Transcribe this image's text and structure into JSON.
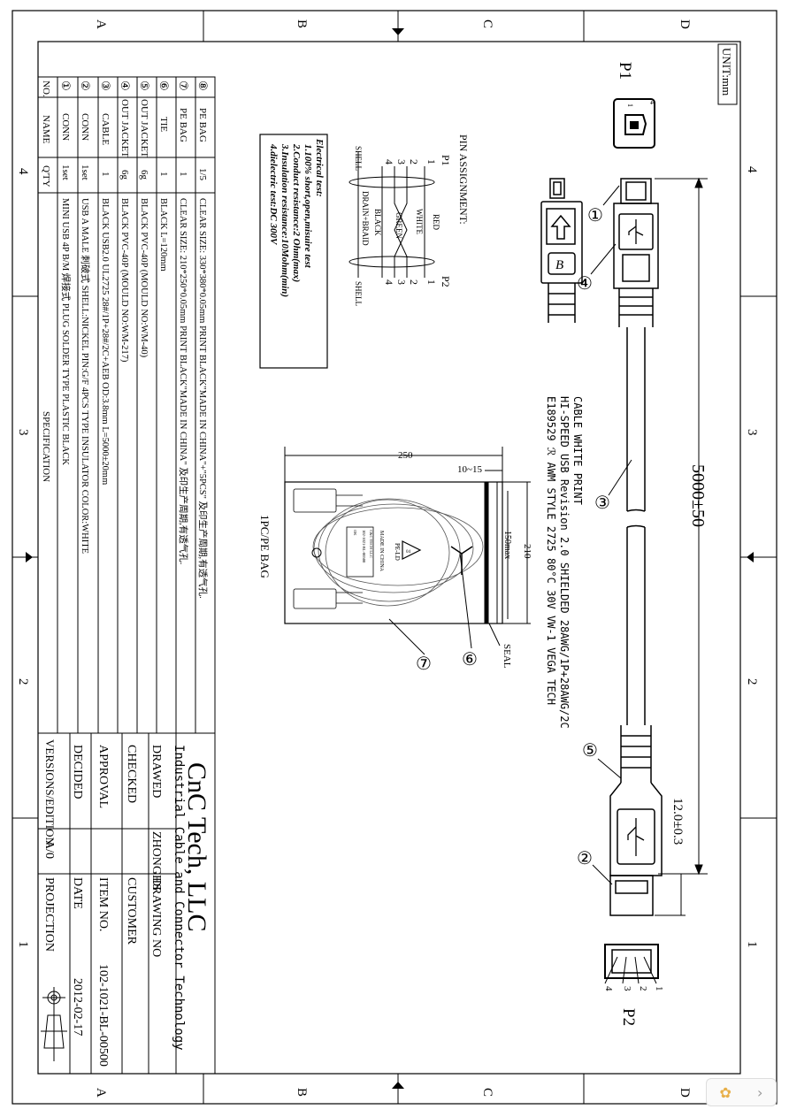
{
  "drawing": {
    "unit": "UNIT:mm",
    "zone_letters": [
      "A",
      "B",
      "C",
      "D"
    ],
    "zone_numbers": [
      "4",
      "3",
      "2",
      "1"
    ],
    "p1_label": "P1",
    "p2_label": "P2",
    "p1_pins": [
      "1",
      "4"
    ],
    "p2_pins": [
      "1",
      "2",
      "3",
      "4"
    ],
    "dim_length": "5000±50",
    "dim_plug": "12.0±0.3",
    "callouts": [
      "①",
      "②",
      "③",
      "④",
      "⑤",
      "⑥",
      "⑦"
    ],
    "usb_b_label": "B",
    "cable_print": [
      "CABLE WHITE PRINT",
      "HI-SPEED USB Revision 2.0 SHIELDED 28AWG/1P+28AWG/2C",
      "E189529 ℛ AWM STYLE 2725 80°C 30V VW-1 VEGA TECH"
    ]
  },
  "pin_assignment": {
    "title": "PIN ASSIGNMENT:",
    "p1": "P1",
    "p2": "P2",
    "rows": [
      {
        "left": "1",
        "color": "RED",
        "right": "1"
      },
      {
        "left": "2",
        "color": "WHITE",
        "right": "2"
      },
      {
        "left": "3",
        "color": "GREEN",
        "right": "3"
      },
      {
        "left": "4",
        "color": "BLACK",
        "right": "4"
      }
    ],
    "shell_left": "SHELL",
    "shell_right": "SHELL",
    "drain": "DRAIN+BRAID"
  },
  "electrical_test": {
    "title": "Electrical test:",
    "lines": [
      "1.100% short,open,misuire test",
      "2.Conduct resistance:2 Ohm(max)",
      "3.Insulation resistance:10Mohm(min)",
      "4.dielectric test:DC 300V"
    ]
  },
  "bag": {
    "dim_width": "250",
    "dim_height": "210",
    "dim_seal": "10~15",
    "dim_max": "150max",
    "seal": "SEAL",
    "label": "1PC/PE BAG",
    "recycle_code": "04",
    "recycle_text": "PE-LD",
    "made_in": "MADE IN CHINA",
    "label_lines": [
      "C&C TECH LLC",
      "102-1021-BL-00500",
      "OK"
    ]
  },
  "spec_table": {
    "headers": [
      "NO.",
      "NAME",
      "Q'TY",
      "SPECIFICATION"
    ],
    "rows": [
      {
        "no": "⑧",
        "name": "PE BAG",
        "qty": "1/5",
        "spec": "CLEAR SIZE: 330*380*0.05mm PRINT BLACK\"MADE IN CHINA\"+\"5PCS\" 及印生产周期,有透气孔."
      },
      {
        "no": "⑦",
        "name": "PE BAG",
        "qty": "1",
        "spec": "CLEAR SIZE: 210*250*0.05mm PRINT BLACK\"MADE IN CHINA\" 及印生产周期,有透气孔."
      },
      {
        "no": "⑥",
        "name": "TIE",
        "qty": "1",
        "spec": "BLACK L=120mm"
      },
      {
        "no": "⑤",
        "name": "OUT JACKET",
        "qty": "6g",
        "spec": "BLACK PVC-40P (MOULD NO:WM-40)"
      },
      {
        "no": "④",
        "name": "OUT JACKET",
        "qty": "6g",
        "spec": "BLACK PVC-40P (MOULD NO:WM-217)"
      },
      {
        "no": "③",
        "name": "CABLE",
        "qty": "1",
        "spec": "BLACK USB2.0 UL2725 28#/1P+28#/2C+AEB OD:3.8mm L=5000±20mm"
      },
      {
        "no": "②",
        "name": "CONN",
        "qty": "1set",
        "spec": "USB A MALE 刺破式 SHELL:NICKEL PIN:G/F 4PCS TYPE INSULATOR COLOR:WHITE"
      },
      {
        "no": "①",
        "name": "CONN",
        "qty": "1set",
        "spec": "MINI USB 4P B/M 焊接式 PLUG SOLDER TYPE PLASTIC BLACK"
      }
    ]
  },
  "title_block": {
    "company": "CnC Tech, LLC",
    "subtitle": "Industrial Cable and Connector Technology",
    "drawed_label": "DRAWED",
    "drawed_value": "ZHONGHS",
    "drawing_no_label": "DRAWING NO",
    "checked_label": "CHECKED",
    "customer_label": "CUSTOMER",
    "approval_label": "APPROVAL",
    "item_no_label": "ITEM NO.",
    "item_no_value": "102-1021-BL-00500",
    "decided_label": "DECIDED",
    "date_label": "DATE",
    "date_value": "2012-02-17",
    "version_label": "VERSIONS/EDITION",
    "version_value": "A/0",
    "projection_label": "PROJECTION"
  },
  "colors": {
    "line": "#000000",
    "background": "#ffffff"
  }
}
